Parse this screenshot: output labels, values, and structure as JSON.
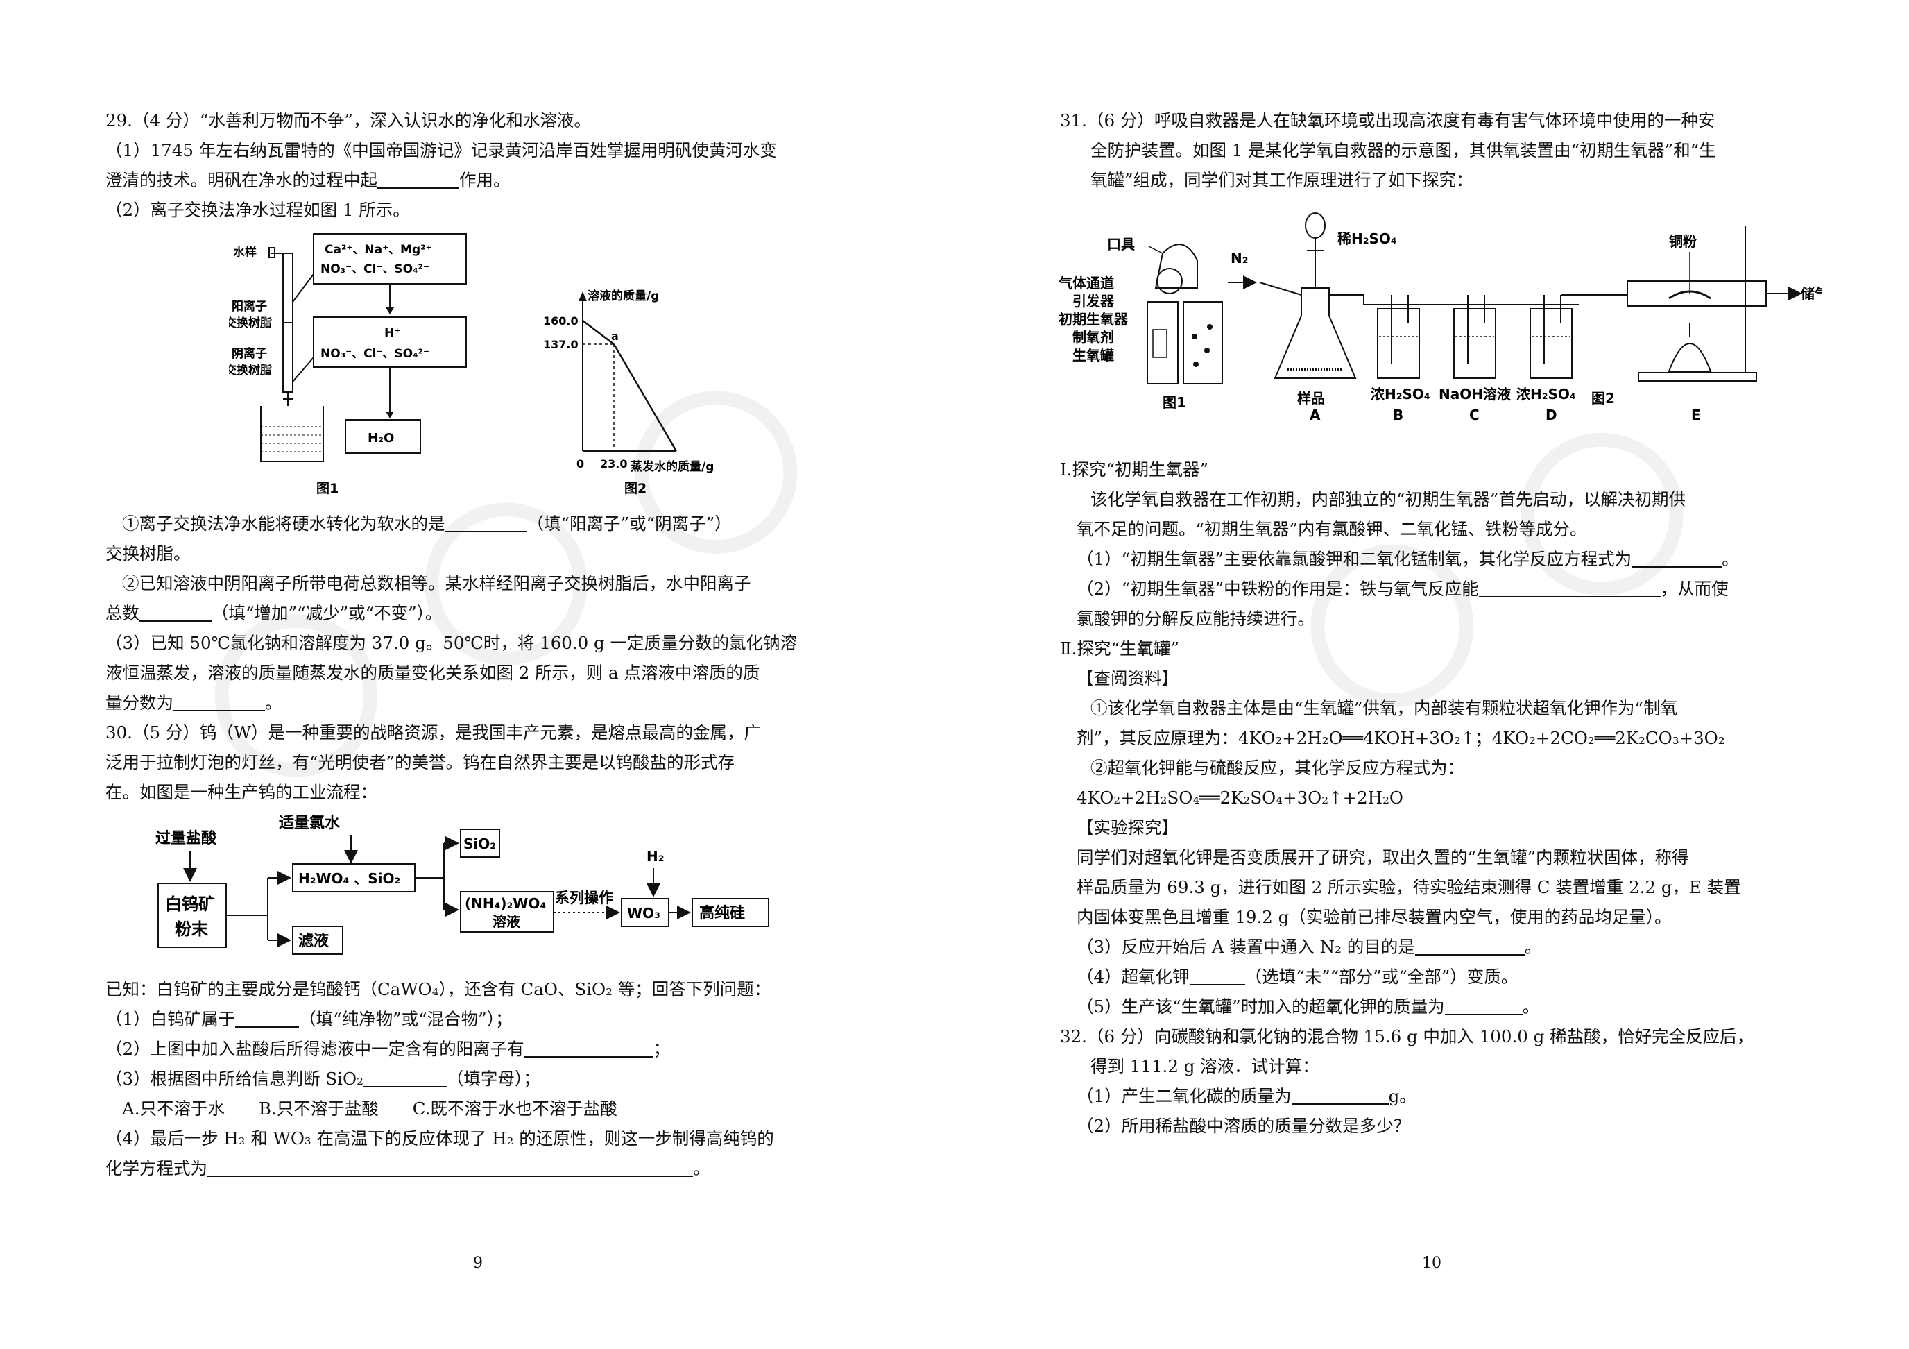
{
  "left": {
    "q29_head": "29.（4 分）“水善利万物而不争”，深入认识水的净化和水溶液。",
    "q29_1a": "（1）1745 年左右纳瓦雷特的《中国帝国游记》记录黄河沿岸百姓掌握用明矾使黄河水变",
    "q29_1b_pre": "澄清的技术。明矾在净水的过程中起",
    "q29_1b_post": "作用。",
    "q29_2": "（2）离子交换法净水过程如图 1 所示。",
    "fig1": {
      "water_sample": "水样",
      "cation_resin_1": "阳离子",
      "cation_resin_2": "交换树脂",
      "anion_resin_1": "阴离子",
      "anion_resin_2": "交换树脂",
      "box1_line1": "Ca²⁺、Na⁺、Mg²⁺",
      "box1_line2": "NO₃⁻、Cl⁻、SO₄²⁻",
      "box2_line1": "H⁺",
      "box2_line2": "NO₃⁻、Cl⁻、SO₄²⁻",
      "box3": "H₂O",
      "caption": "图1"
    },
    "fig2": {
      "ylabel": "溶液的质量/g",
      "xlabel": "蒸发水的质量/g",
      "y_tick_1": "160.0",
      "y_tick_2": "137.0",
      "x_tick_0": "0",
      "x_tick_1": "23.0",
      "point_label": "a",
      "caption": "图2"
    },
    "q29_2_1a_pre": "①离子交换法净水能将硬水转化为软水的是",
    "q29_2_1a_post": "（填“阳离子”或“阴离子”）",
    "q29_2_1b": "交换树脂。",
    "q29_2_2a": "②已知溶液中阴阳离子所带电荷总数相等。某水样经阳离子交换树脂后，水中阳离子",
    "q29_2_2b_pre": "总数",
    "q29_2_2b_post": "（填“增加”“减少”或“不变”）。",
    "q29_3a": "（3）已知 50℃氯化钠和溶解度为 37.0 g。50℃时，将 160.0 g 一定质量分数的氯化钠溶",
    "q29_3b": "液恒温蒸发，溶液的质量随蒸发水的质量变化关系如图 2 所示，则 a 点溶液中溶质的质",
    "q29_3c_pre": "量分数为",
    "q29_3c_post": "。",
    "q30_a": "30.（5 分）钨（W）是一种重要的战略资源，是我国丰产元素，是熔点最高的金属，广",
    "q30_b": "泛用于拉制灯泡的灯丝，有“光明使者”的美誉。钨在自然界主要是以钨酸盐的形式存",
    "q30_c": "在。如图是一种生产钨的工业流程：",
    "flow": {
      "excess_hcl": "过量盐酸",
      "chlorine_water": "适量氯水",
      "ore_1": "白钨矿",
      "ore_2": "粉末",
      "h2wo4": "H₂WO₄ 、SiO₂",
      "filtrate": "滤液",
      "sio2": "SiO₂",
      "nh4wo4_1": "(NH₄)₂WO₄",
      "nh4wo4_2": "溶液",
      "series_op": "系列操作",
      "h2": "H₂",
      "wo3": "WO₃",
      "product": "高纯硅"
    },
    "q30_known": "已知：白钨矿的主要成分是钨酸钙（CaWO₄），还含有 CaO、SiO₂ 等；回答下列问题：",
    "q30_1_pre": "（1）白钨矿属于",
    "q30_1_post": "（填“纯净物”或“混合物”）；",
    "q30_2_pre": "（2）上图中加入盐酸后所得滤液中一定含有的阳离子有",
    "q30_2_post": "；",
    "q30_3_pre": "（3）根据图中所给信息判断 SiO₂",
    "q30_3_post": "（填字母）；",
    "q30_3_opts": "A.只不溶于水　　B.只不溶于盐酸　　C.既不溶于水也不溶于盐酸",
    "q30_4a": "（4）最后一步 H₂ 和 WO₃ 在高温下的反应体现了 H₂ 的还原性，则这一步制得高纯钨的",
    "q30_4b_pre": "化学方程式为",
    "q30_4b_post": "。",
    "page_number": "9"
  },
  "right": {
    "q31_a": "31.（6 分）呼吸自救器是人在缺氧环境或出现高浓度有毒有害气体环境中使用的一种安",
    "q31_b": "全防护装置。如图 1 是某化学氧自救器的示意图，其供氧装置由“初期生氧器”和“生",
    "q31_c": "氧罐”组成，同学们对其工作原理进行了如下探究：",
    "fig": {
      "mouthpiece": "口具",
      "gas_channel": "气体通道",
      "igniter": "引发器",
      "initial_gen": "初期生氧器",
      "oxygen_agent": "制氧剂",
      "oxygen_can": "生氧罐",
      "fig1": "图1",
      "n2": "N₂",
      "dil_h2so4": "稀H₂SO₄",
      "sample": "样品",
      "conc_h2so4_b": "浓H₂SO₄",
      "naoh": "NaOH溶液",
      "conc_h2so4_d": "浓H₂SO₄",
      "copper": "铜粉",
      "gas_bag": "储气袋",
      "A": "A",
      "B": "B",
      "C": "C",
      "D": "D",
      "E": "E",
      "fig2": "图2"
    },
    "s1_title": "Ⅰ.探究“初期生氧器”",
    "s1_p1a": "该化学氧自救器在工作初期，内部独立的“初期生氧器”首先启动，以解决初期供",
    "s1_p1b": "氧不足的问题。“初期生氧器”内有氯酸钾、二氧化锰、铁粉等成分。",
    "s1_q1_pre": "（1）“初期生氧器”主要依靠氯酸钾和二氧化锰制氧，其化学反应方程式为",
    "s1_q1_post": "。",
    "s1_q2_pre": "（2）“初期生氧器”中铁粉的作用是：铁与氧气反应能",
    "s1_q2_post": "，从而使",
    "s1_q2b": "氯酸钾的分解反应能持续进行。",
    "s2_title": "Ⅱ.探究“生氧罐”",
    "ref_title": "【查阅资料】",
    "ref_1a": "①该化学氧自救器主体是由“生氧罐”供氧，内部装有颗粒状超氧化钾作为“制氧",
    "ref_1b": "剂”，其反应原理为：4KO₂+2H₂O══4KOH+3O₂↑；4KO₂+2CO₂══2K₂CO₃+3O₂",
    "ref_2": "②超氧化钾能与硫酸反应，其化学反应方程式为：",
    "ref_2eq": "4KO₂+2H₂SO₄══2K₂SO₄+3O₂↑+2H₂O",
    "exp_title": "【实验探究】",
    "exp_a": "同学们对超氧化钾是否变质展开了研究，取出久置的“生氧罐”内颗粒状固体，称得",
    "exp_b": "样品质量为 69.3 g，进行如图 2 所示实验，待实验结束测得 C 装置增重 2.2 g，E 装置",
    "exp_c": "内固体变黑色且增重 19.2 g（实验前已排尽装置内空气，使用的药品均足量）。",
    "q3_pre": "（3）反应开始后 A 装置中通入 N₂ 的目的是",
    "q3_post": "。",
    "q4_pre": "（4）超氧化钾",
    "q4_post": "（选填“未”“部分”或“全部”）变质。",
    "q5_pre": "（5）生产该“生氧罐”时加入的超氧化钾的质量为",
    "q5_post": "。",
    "q32_a": "32.（6 分）向碳酸钠和氯化钠的混合物 15.6 g 中加入 100.0 g 稀盐酸，恰好完全反应后，",
    "q32_b": "得到 111.2 g 溶液．试计算：",
    "q32_1_pre": "（1）产生二氧化碳的质量为",
    "q32_1_post": "g。",
    "q32_2": "（2）所用稀盐酸中溶质的质量分数是多少？",
    "page_number": "10"
  }
}
